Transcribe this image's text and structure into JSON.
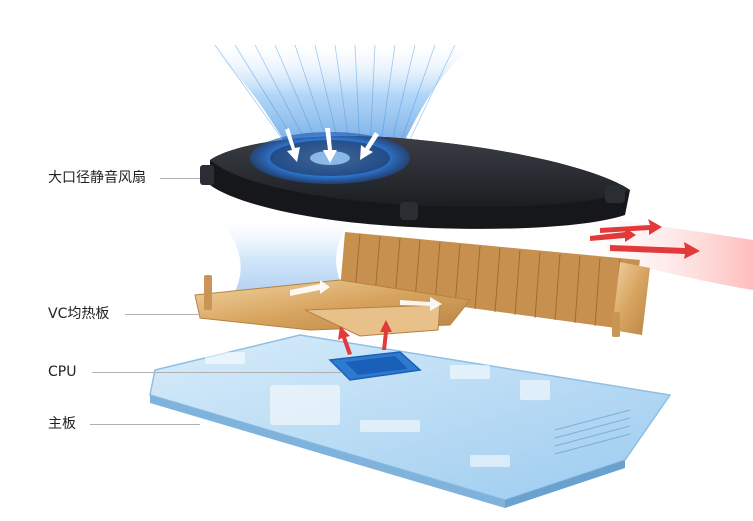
{
  "callouts": [
    {
      "id": "fan",
      "label": "大口径静音风扇"
    },
    {
      "id": "vc",
      "label": "VC均热板"
    },
    {
      "id": "cpu",
      "label": "CPU"
    },
    {
      "id": "board",
      "label": "主板"
    }
  ],
  "colors": {
    "airflow_cool": "#3a8fe0",
    "airflow_hot": "#e23a3a",
    "fan_body": "#1e2126",
    "fan_glow": "#2f8cff",
    "copper": "#d9a866",
    "board": "#a9d4f2",
    "cpu_chip": "#1a5fb8"
  },
  "icons": [
    "airflow-arrow-icon",
    "hot-air-arrow-icon",
    "heat-arrow-icon"
  ]
}
